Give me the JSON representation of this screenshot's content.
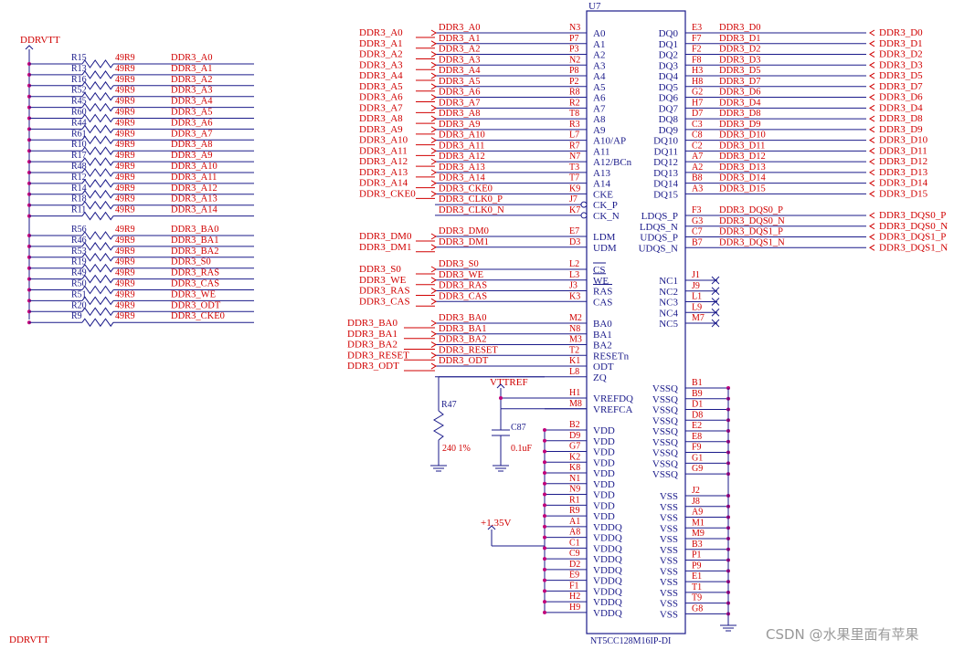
{
  "chip": {
    "ref": "U7",
    "part": "NT5CC128M16IP-DI",
    "left_pins": [
      {
        "num": "N3",
        "name": "A0",
        "net": "DDR3_A0"
      },
      {
        "num": "P7",
        "name": "A1",
        "net": "DDR3_A1"
      },
      {
        "num": "P3",
        "name": "A2",
        "net": "DDR3_A2"
      },
      {
        "num": "N2",
        "name": "A3",
        "net": "DDR3_A3"
      },
      {
        "num": "P8",
        "name": "A4",
        "net": "DDR3_A4"
      },
      {
        "num": "P2",
        "name": "A5",
        "net": "DDR3_A5"
      },
      {
        "num": "R8",
        "name": "A6",
        "net": "DDR3_A6"
      },
      {
        "num": "R2",
        "name": "A7",
        "net": "DDR3_A7"
      },
      {
        "num": "T8",
        "name": "A8",
        "net": "DDR3_A8"
      },
      {
        "num": "R3",
        "name": "A9",
        "net": "DDR3_A9"
      },
      {
        "num": "L7",
        "name": "A10/AP",
        "net": "DDR3_A10"
      },
      {
        "num": "R7",
        "name": "A11",
        "net": "DDR3_A11"
      },
      {
        "num": "N7",
        "name": "A12/BCn",
        "net": "DDR3_A12"
      },
      {
        "num": "T3",
        "name": "A13",
        "net": "DDR3_A13"
      },
      {
        "num": "T7",
        "name": "A14",
        "net": "DDR3_A14"
      },
      {
        "num": "K9",
        "name": "CKE",
        "net": "DDR3_CKE0"
      },
      {
        "num": "J7",
        "name": "CK_P",
        "net": "DDR3_CLK0_P"
      },
      {
        "num": "K7",
        "name": "CK_N",
        "net": "DDR3_CLK0_N"
      },
      {
        "num": "E7",
        "name": "LDM",
        "net": "DDR3_DM0"
      },
      {
        "num": "D3",
        "name": "UDM",
        "net": "DDR3_DM1"
      },
      {
        "num": "L2",
        "name": "CS",
        "net": "DDR3_S0"
      },
      {
        "num": "L3",
        "name": "WE",
        "net": "DDR3_WE"
      },
      {
        "num": "J3",
        "name": "RAS",
        "net": "DDR3_RAS"
      },
      {
        "num": "K3",
        "name": "CAS",
        "net": "DDR3_CAS"
      },
      {
        "num": "M2",
        "name": "BA0",
        "net": "DDR3_BA0"
      },
      {
        "num": "N8",
        "name": "BA1",
        "net": "DDR3_BA1"
      },
      {
        "num": "M3",
        "name": "BA2",
        "net": "DDR3_BA2"
      },
      {
        "num": "T2",
        "name": "RESETn",
        "net": "DDR3_RESET"
      },
      {
        "num": "K1",
        "name": "ODT",
        "net": "DDR3_ODT"
      },
      {
        "num": "L8",
        "name": "ZQ",
        "net": ""
      },
      {
        "num": "H1",
        "name": "VREFDQ",
        "net": ""
      },
      {
        "num": "M8",
        "name": "VREFCA",
        "net": ""
      },
      {
        "num": "B2",
        "name": "VDD",
        "net": ""
      },
      {
        "num": "D9",
        "name": "VDD",
        "net": ""
      },
      {
        "num": "G7",
        "name": "VDD",
        "net": ""
      },
      {
        "num": "K2",
        "name": "VDD",
        "net": ""
      },
      {
        "num": "K8",
        "name": "VDD",
        "net": ""
      },
      {
        "num": "N1",
        "name": "VDD",
        "net": ""
      },
      {
        "num": "N9",
        "name": "VDD",
        "net": ""
      },
      {
        "num": "R1",
        "name": "VDD",
        "net": ""
      },
      {
        "num": "R9",
        "name": "VDD",
        "net": ""
      },
      {
        "num": "A1",
        "name": "VDDQ",
        "net": ""
      },
      {
        "num": "A8",
        "name": "VDDQ",
        "net": ""
      },
      {
        "num": "C1",
        "name": "VDDQ",
        "net": ""
      },
      {
        "num": "C9",
        "name": "VDDQ",
        "net": ""
      },
      {
        "num": "D2",
        "name": "VDDQ",
        "net": ""
      },
      {
        "num": "E9",
        "name": "VDDQ",
        "net": ""
      },
      {
        "num": "F1",
        "name": "VDDQ",
        "net": ""
      },
      {
        "num": "H2",
        "name": "VDDQ",
        "net": ""
      },
      {
        "num": "H9",
        "name": "VDDQ",
        "net": ""
      }
    ],
    "right_pins": [
      {
        "num": "E3",
        "name": "DQ0",
        "net": "DDR3_D0"
      },
      {
        "num": "F7",
        "name": "DQ1",
        "net": "DDR3_D1"
      },
      {
        "num": "F2",
        "name": "DQ2",
        "net": "DDR3_D2"
      },
      {
        "num": "F8",
        "name": "DQ3",
        "net": "DDR3_D3"
      },
      {
        "num": "H3",
        "name": "DQ4",
        "net": "DDR3_D5"
      },
      {
        "num": "H8",
        "name": "DQ5",
        "net": "DDR3_D7"
      },
      {
        "num": "G2",
        "name": "DQ6",
        "net": "DDR3_D6"
      },
      {
        "num": "H7",
        "name": "DQ7",
        "net": "DDR3_D4"
      },
      {
        "num": "D7",
        "name": "DQ8",
        "net": "DDR3_D8"
      },
      {
        "num": "C3",
        "name": "DQ9",
        "net": "DDR3_D9"
      },
      {
        "num": "C8",
        "name": "DQ10",
        "net": "DDR3_D10"
      },
      {
        "num": "C2",
        "name": "DQ11",
        "net": "DDR3_D11"
      },
      {
        "num": "A7",
        "name": "DQ12",
        "net": "DDR3_D12"
      },
      {
        "num": "A2",
        "name": "DQ13",
        "net": "DDR3_D13"
      },
      {
        "num": "B8",
        "name": "DQ14",
        "net": "DDR3_D14"
      },
      {
        "num": "A3",
        "name": "DQ15",
        "net": "DDR3_D15"
      },
      {
        "num": "F3",
        "name": "LDQS_P",
        "net": "DDR3_DQS0_P"
      },
      {
        "num": "G3",
        "name": "LDQS_N",
        "net": "DDR3_DQS0_N"
      },
      {
        "num": "C7",
        "name": "UDQS_P",
        "net": "DDR3_DQS1_P"
      },
      {
        "num": "B7",
        "name": "UDQS_N",
        "net": "DDR3_DQS1_N"
      },
      {
        "num": "J1",
        "name": "NC1",
        "net": ""
      },
      {
        "num": "J9",
        "name": "NC2",
        "net": ""
      },
      {
        "num": "L1",
        "name": "NC3",
        "net": ""
      },
      {
        "num": "L9",
        "name": "NC4",
        "net": ""
      },
      {
        "num": "M7",
        "name": "NC5",
        "net": ""
      },
      {
        "num": "B1",
        "name": "VSSQ",
        "net": ""
      },
      {
        "num": "B9",
        "name": "VSSQ",
        "net": ""
      },
      {
        "num": "D1",
        "name": "VSSQ",
        "net": ""
      },
      {
        "num": "D8",
        "name": "VSSQ",
        "net": ""
      },
      {
        "num": "E2",
        "name": "VSSQ",
        "net": ""
      },
      {
        "num": "E8",
        "name": "VSSQ",
        "net": ""
      },
      {
        "num": "F9",
        "name": "VSSQ",
        "net": ""
      },
      {
        "num": "G1",
        "name": "VSSQ",
        "net": ""
      },
      {
        "num": "G9",
        "name": "VSSQ",
        "net": ""
      },
      {
        "num": "J2",
        "name": "VSS",
        "net": ""
      },
      {
        "num": "J8",
        "name": "VSS",
        "net": ""
      },
      {
        "num": "A9",
        "name": "VSS",
        "net": ""
      },
      {
        "num": "M1",
        "name": "VSS",
        "net": ""
      },
      {
        "num": "M9",
        "name": "VSS",
        "net": ""
      },
      {
        "num": "B3",
        "name": "VSS",
        "net": ""
      },
      {
        "num": "P1",
        "name": "VSS",
        "net": ""
      },
      {
        "num": "P9",
        "name": "VSS",
        "net": ""
      },
      {
        "num": "E1",
        "name": "VSS",
        "net": ""
      },
      {
        "num": "T1",
        "name": "VSS",
        "net": ""
      },
      {
        "num": "T9",
        "name": "VSS",
        "net": ""
      },
      {
        "num": "G8",
        "name": "VSS",
        "net": ""
      }
    ]
  },
  "port_labels_left": [
    "DDR3_A0",
    "DDR3_A1",
    "DDR3_A2",
    "DDR3_A3",
    "DDR3_A4",
    "DDR3_A5",
    "DDR3_A6",
    "DDR3_A7",
    "DDR3_A8",
    "DDR3_A9",
    "DDR3_A10",
    "DDR3_A11",
    "DDR3_A12",
    "DDR3_A13",
    "DDR3_A14",
    "DDR3_CKE0",
    "DDR3_DM0",
    "DDR3_DM1",
    "DDR3_S0",
    "DDR3_WE",
    "DDR3_RAS",
    "DDR3_CAS",
    "DDR3_BA0",
    "DDR3_BA1",
    "DDR3_BA2",
    "DDR3_RESET",
    "DDR3_ODT"
  ],
  "port_labels_right": [
    "DDR3_D0",
    "DDR3_D1",
    "DDR3_D2",
    "DDR3_D3",
    "DDR3_D5",
    "DDR3_D7",
    "DDR3_D6",
    "DDR3_D4",
    "DDR3_D8",
    "DDR3_D9",
    "DDR3_D10",
    "DDR3_D11",
    "DDR3_D12",
    "DDR3_D13",
    "DDR3_D14",
    "DDR3_D15",
    "DDR3_DQS0_P",
    "DDR3_DQS0_N",
    "DDR3_DQS1_P",
    "DDR3_DQS1_N"
  ],
  "termination": {
    "rail": "DDRVTT",
    "rail_bottom": "DDRVTT",
    "group1": [
      {
        "ref": "R15",
        "value": "49R9",
        "net": "DDR3_A0"
      },
      {
        "ref": "R13",
        "value": "49R9",
        "net": "DDR3_A1"
      },
      {
        "ref": "R16",
        "value": "49R9",
        "net": "DDR3_A2"
      },
      {
        "ref": "R52",
        "value": "49R9",
        "net": "DDR3_A3"
      },
      {
        "ref": "R45",
        "value": "49R9",
        "net": "DDR3_A4"
      },
      {
        "ref": "R60",
        "value": "49R9",
        "net": "DDR3_A5"
      },
      {
        "ref": "R44",
        "value": "49R9",
        "net": "DDR3_A6"
      },
      {
        "ref": "R61",
        "value": "49R9",
        "net": "DDR3_A7"
      },
      {
        "ref": "R10",
        "value": "49R9",
        "net": "DDR3_A8"
      },
      {
        "ref": "R17",
        "value": "49R9",
        "net": "DDR3_A9"
      },
      {
        "ref": "R48",
        "value": "49R9",
        "net": "DDR3_A10"
      },
      {
        "ref": "R12",
        "value": "49R9",
        "net": "DDR3_A11"
      },
      {
        "ref": "R14",
        "value": "49R9",
        "net": "DDR3_A12"
      },
      {
        "ref": "R18",
        "value": "49R9",
        "net": "DDR3_A13"
      },
      {
        "ref": "R11",
        "value": "49R9",
        "net": "DDR3_A14"
      }
    ],
    "group2": [
      {
        "ref": "R56",
        "value": "49R9",
        "net": "DDR3_BA0"
      },
      {
        "ref": "R46",
        "value": "49R9",
        "net": "DDR3_BA1"
      },
      {
        "ref": "R53",
        "value": "49R9",
        "net": "DDR3_BA2"
      },
      {
        "ref": "R19",
        "value": "49R9",
        "net": "DDR3_S0"
      },
      {
        "ref": "R49",
        "value": "49R9",
        "net": "DDR3_RAS"
      },
      {
        "ref": "R50",
        "value": "49R9",
        "net": "DDR3_CAS"
      },
      {
        "ref": "R51",
        "value": "49R9",
        "net": "DDR3_WE"
      },
      {
        "ref": "R20",
        "value": "49R9",
        "net": "DDR3_ODT"
      },
      {
        "ref": "R9",
        "value": "49R9",
        "net": "DDR3_CKE0"
      }
    ]
  },
  "zq_resistor": {
    "ref": "R47",
    "value": "240 1%"
  },
  "vref_cap": {
    "ref": "C87",
    "value": "0.1uF",
    "rail": "VTTREF"
  },
  "supply": "+1.35V",
  "watermark": "CSDN @水果里面有苹果",
  "colors": {
    "net": "#d00000",
    "wire": "#1a1a8a",
    "junction": "#c0007a",
    "body": "#1a1a8a"
  }
}
